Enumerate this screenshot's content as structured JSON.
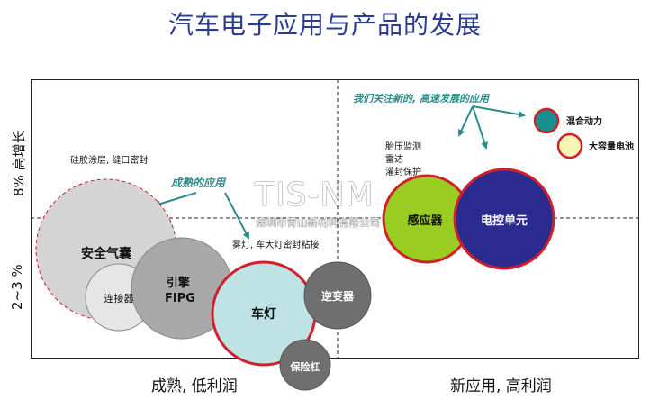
{
  "title": "汽车电子应用与产品的发展",
  "axes": {
    "y_top": "8% 高增长",
    "y_bottom": "2~3 %",
    "x_left": "成熟, 低利润",
    "x_right": "新应用, 高利润"
  },
  "annotations": {
    "mature": "成熟的应用",
    "new": "我们关注新的, 高速发展的应用",
    "silicone": "硅胶涂层, 缝口密封",
    "foglight": "雾灯, 车大灯密封粘接",
    "tire": "胎压监测",
    "radar": "雷达",
    "potting": "灌封保护"
  },
  "bubbles": {
    "airbag": "安全气囊",
    "connector": "连接器",
    "engine": "引擎\nFIPG",
    "lamp": "车灯",
    "inverter": "逆变器",
    "bumper": "保险杠",
    "sensor": "感应器",
    "ecu": "电控单元",
    "hybrid": "混合动力",
    "battery": "大容量电池"
  },
  "watermark": {
    "logo": "TIS-NM",
    "company": "深圳市青山新材料有限公司"
  },
  "colors": {
    "title": "#2a3d8f",
    "annotation": "#2e8b8b",
    "gray_light": "#d4d4d4",
    "gray_mid": "#a9a9a9",
    "gray_dark": "#6f6f6f",
    "lamp_fill": "#bfe3e5",
    "red_border": "#d0202a",
    "sensor_fill": "#9acd22",
    "ecu_fill": "#2b2a8f",
    "hybrid_fill": "#178f8f",
    "battery_fill": "#f8f4b4"
  }
}
